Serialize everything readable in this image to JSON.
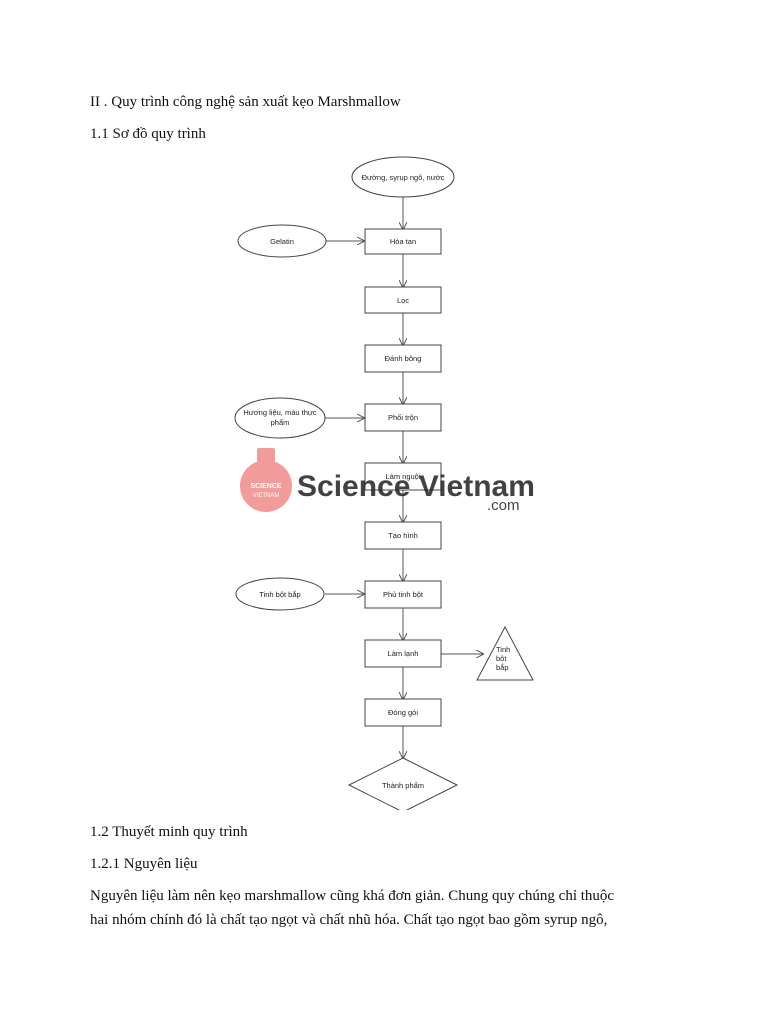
{
  "headings": {
    "section": "II . Quy trình công nghệ sản xuất kẹo Marshmallow",
    "diagram": "1.1 Sơ đồ quy trình",
    "explain": "1.2 Thuyết minh quy trình",
    "ingredients": "1.2.1 Nguyên liệu"
  },
  "paragraph": {
    "line1": "Nguyên liệu làm nên kẹo marshmallow cũng khá đơn giản. Chung quy chúng chỉ thuộc",
    "line2": "hai nhóm chính đó là chất tạo ngọt và chất nhũ hóa. Chất tạo ngọt bao gồm syrup ngô,"
  },
  "flowchart": {
    "start": "Đường, syrup ngô, nước",
    "steps": [
      "Hòa tan",
      "Lọc",
      "Đánh bông",
      "Phối trộn",
      "Làm nguội",
      "Tạo hình",
      "Phủ tinh bột",
      "Làm lạnh",
      "Đóng gói"
    ],
    "inputs": {
      "gelatin": "Gelatin",
      "flavor_line1": "Hương liệu, màu thực",
      "flavor_line2": "phẩm",
      "starch": "Tinh bột bắp"
    },
    "output_triangle": [
      "Tinh",
      "bột",
      "bắp"
    ],
    "end": "Thành phẩm"
  },
  "watermark": {
    "logo_line1": "SCIENCE",
    "logo_line2": "VIETNAM",
    "name": "Science Vietnam",
    "suffix": ".com",
    "color": "#f08a8a"
  }
}
